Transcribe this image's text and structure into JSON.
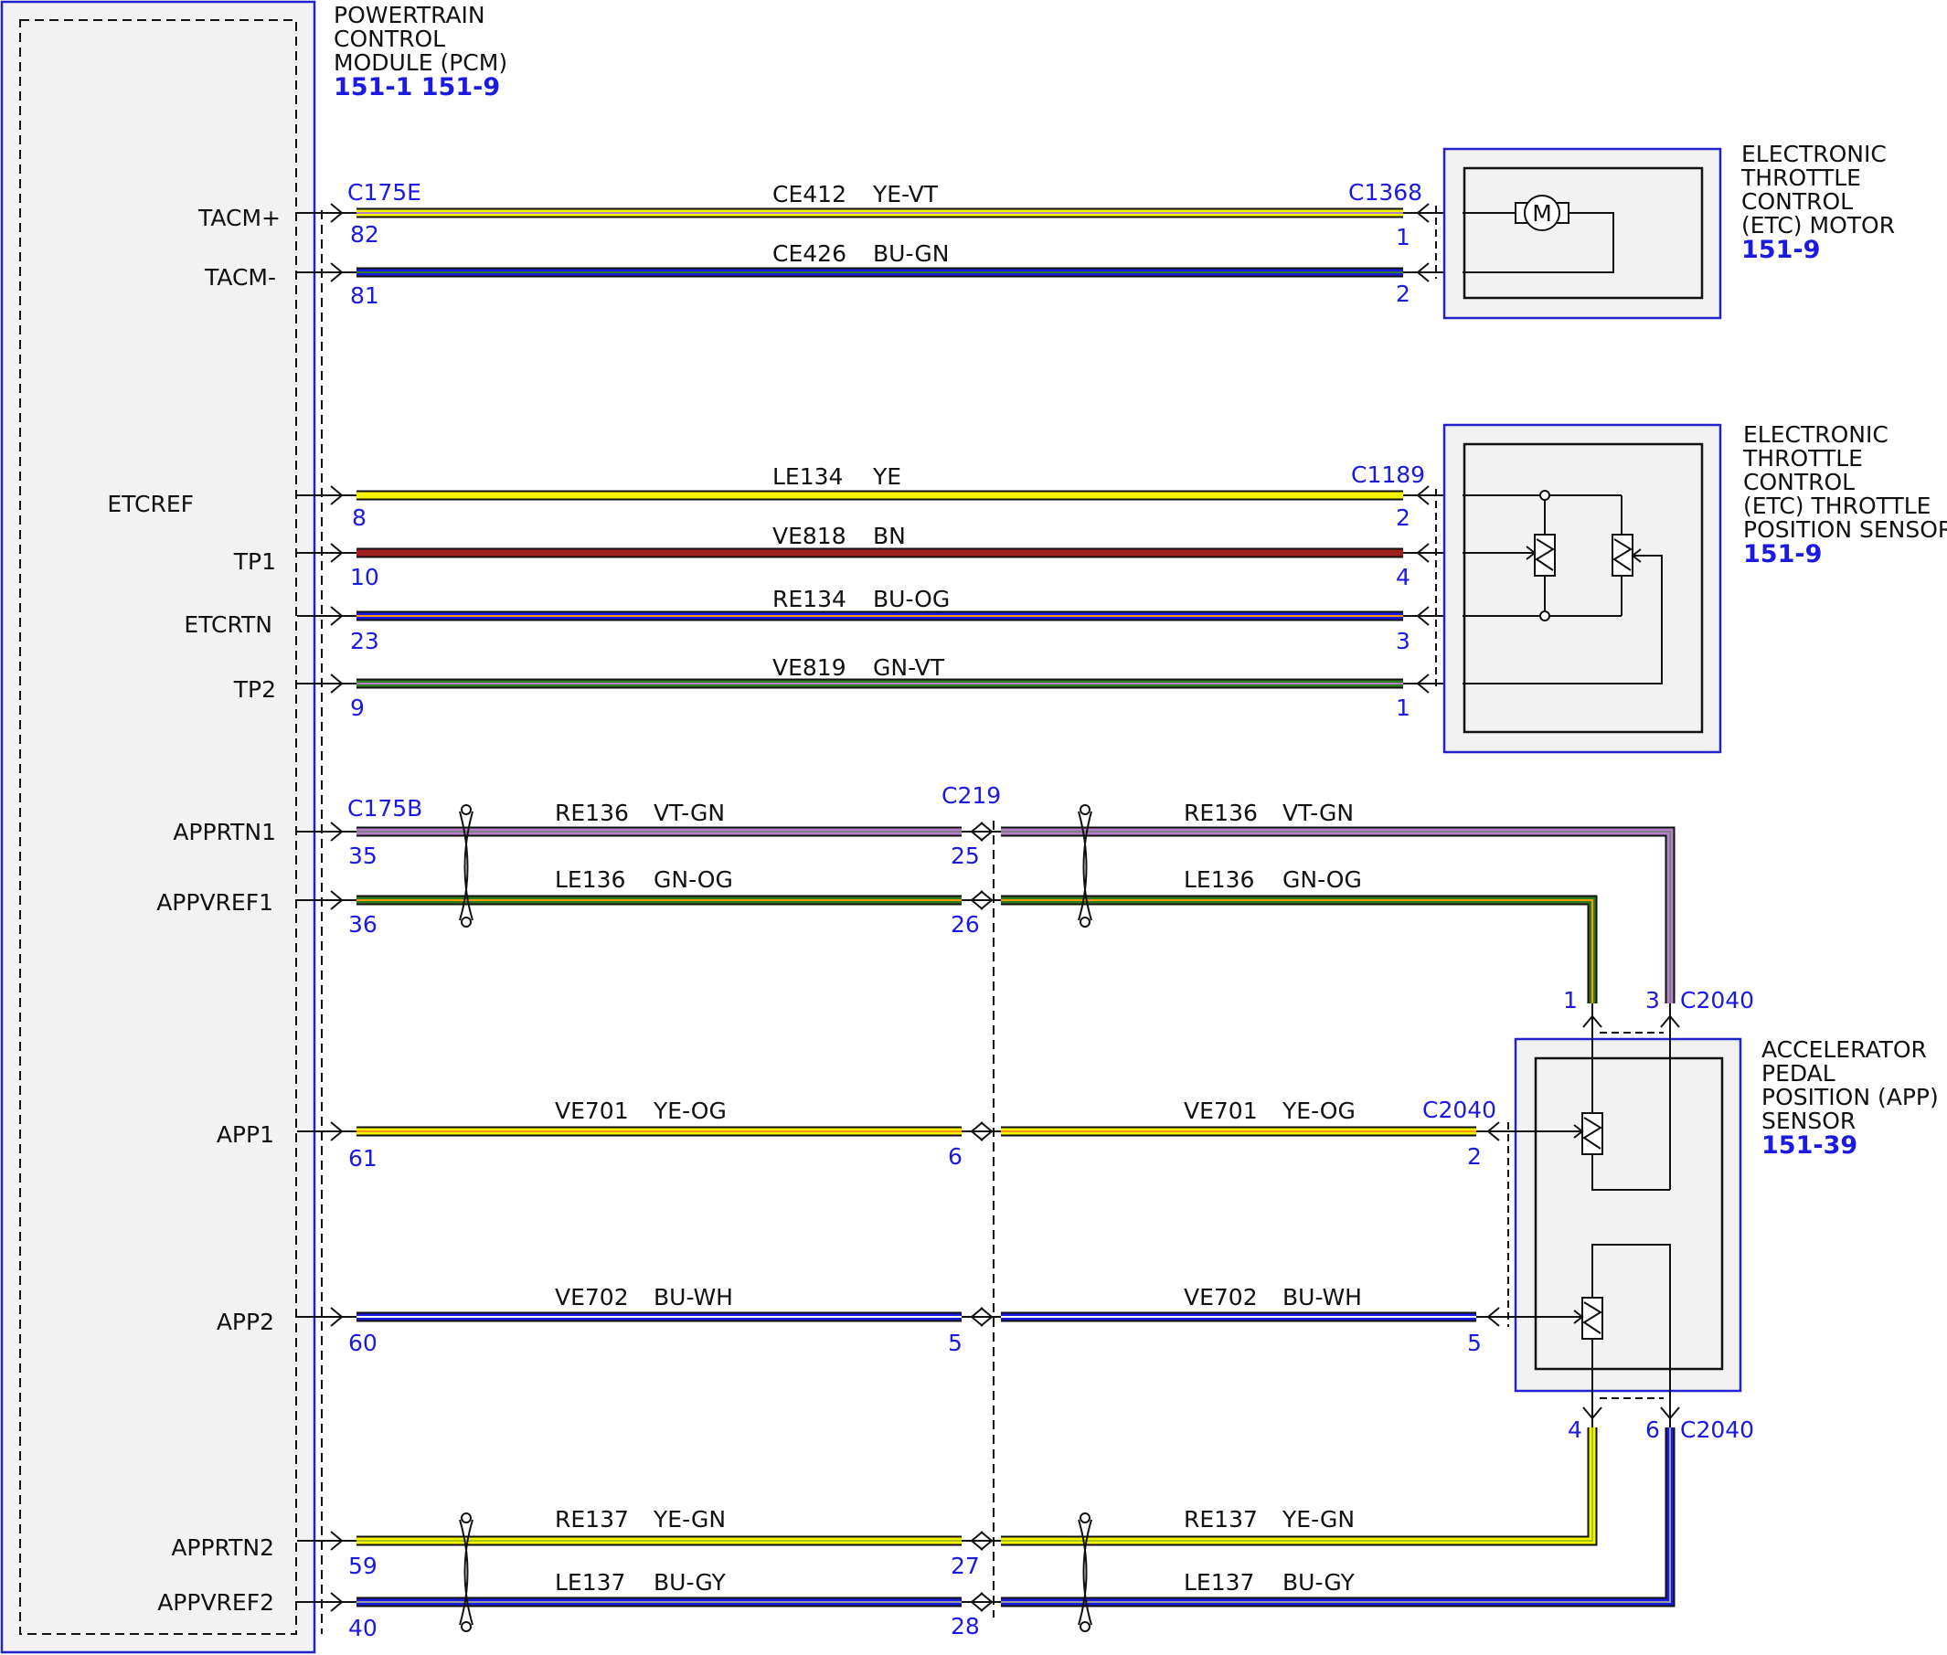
{
  "pcm": {
    "name_lines": [
      "POWERTRAIN",
      "CONTROL",
      "MODULE (PCM)"
    ],
    "refs": "151-1 151-9"
  },
  "pcm_pins": [
    "TACM+",
    "TACM-",
    "ETCREF",
    "TP1",
    "ETCRTN",
    "TP2",
    "APPRTN1",
    "APPVREF1",
    "APP1",
    "APP2",
    "APPRTN2",
    "APPVREF2"
  ],
  "connectors": {
    "c175e": "C175E",
    "c1368": "C1368",
    "c1189": "C1189",
    "c175b": "C175B",
    "c219": "C219",
    "c2040": "C2040"
  },
  "components": {
    "etc_motor": {
      "name_lines": [
        "ELECTRONIC",
        "THROTTLE",
        "CONTROL",
        "(ETC) MOTOR"
      ],
      "ref": "151-9",
      "symbol": "M"
    },
    "etc_tps": {
      "name_lines": [
        "ELECTRONIC",
        "THROTTLE",
        "CONTROL",
        "(ETC) THROTTLE",
        "POSITION SENSOR"
      ],
      "ref": "151-9"
    },
    "app_sensor": {
      "name_lines": [
        "ACCELERATOR",
        "PEDAL",
        "POSITION (APP)",
        "SENSOR"
      ],
      "ref": "151-39"
    }
  },
  "wires": [
    {
      "circuit": "CE412",
      "color": "YE-VT",
      "pcm_pin": "82",
      "far_pin": "1"
    },
    {
      "circuit": "CE426",
      "color": "BU-GN",
      "pcm_pin": "81",
      "far_pin": "2"
    },
    {
      "circuit": "LE134",
      "color": "YE",
      "pcm_pin": "8",
      "far_pin": "2"
    },
    {
      "circuit": "VE818",
      "color": "BN",
      "pcm_pin": "10",
      "far_pin": "4"
    },
    {
      "circuit": "RE134",
      "color": "BU-OG",
      "pcm_pin": "23",
      "far_pin": "3"
    },
    {
      "circuit": "VE819",
      "color": "GN-VT",
      "pcm_pin": "9",
      "far_pin": "1"
    },
    {
      "circuit": "RE136",
      "color": "VT-GN",
      "pcm_pin": "35",
      "c219_pin": "25",
      "app_pin": "3"
    },
    {
      "circuit": "LE136",
      "color": "GN-OG",
      "pcm_pin": "36",
      "c219_pin": "26",
      "app_pin": "1"
    },
    {
      "circuit": "VE701",
      "color": "YE-OG",
      "pcm_pin": "61",
      "c219_pin": "6",
      "app_pin": "2"
    },
    {
      "circuit": "VE702",
      "color": "BU-WH",
      "pcm_pin": "60",
      "c219_pin": "5",
      "app_pin": "5"
    },
    {
      "circuit": "RE137",
      "color": "YE-GN",
      "pcm_pin": "59",
      "c219_pin": "27",
      "app_pin": "4"
    },
    {
      "circuit": "LE137",
      "color": "BU-GY",
      "pcm_pin": "40",
      "c219_pin": "28",
      "app_pin": "6"
    }
  ],
  "wire_palette": {
    "yellow": "#f5f500",
    "violet": "#b47ec8",
    "blue": "#1a1ae6",
    "green": "#2e7d1e",
    "brown": "#a01e1e",
    "orange": "#ff9900",
    "white": "#ffffff",
    "gray": "#9a9a9a"
  }
}
